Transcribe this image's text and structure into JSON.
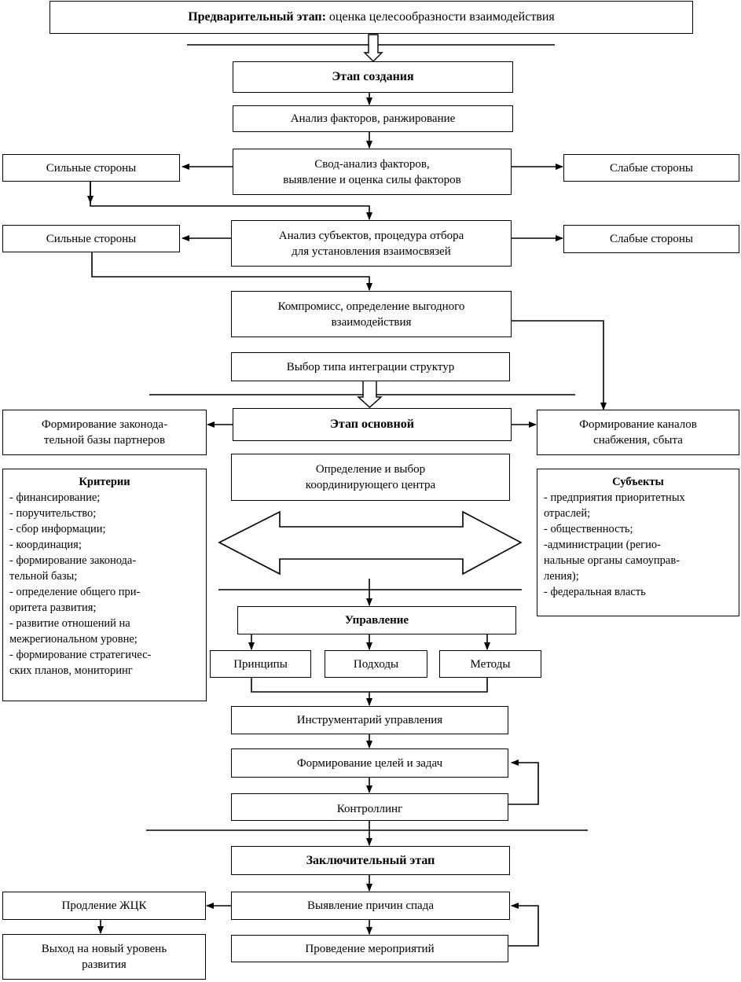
{
  "stages": {
    "preliminary": {
      "title_bold": "Предварительный этап:",
      "title_rest": " оценка целесообразности взаимодействия"
    },
    "creation": "Этап создания",
    "main": "Этап основной",
    "final": "Заключительный этап"
  },
  "creation_steps": {
    "analysis": "Анализ факторов, ранжирование",
    "summary_line1": "Свод-анализ факторов,",
    "summary_line2": "выявление и оценка силы факторов",
    "subjects_line1": "Анализ субъектов, процедура отбора",
    "subjects_line2": "для установления взаимосвязей",
    "compromise_line1": "Компромисс, определение выгодного",
    "compromise_line2": "взаимодействия",
    "integration": "Выбор типа интеграции структур"
  },
  "sides": {
    "strengths_1": "Сильные стороны",
    "weaknesses_1": "Слабые стороны",
    "strengths_2": "Сильные стороны",
    "weaknesses_2": "Слабые стороны"
  },
  "main_steps": {
    "legal_base_line1": "Формирование законода-",
    "legal_base_line2": "тельной базы партнеров",
    "channels_line1": "Формирование каналов",
    "channels_line2": "снабжения, сбыта",
    "center_line1": "Определение и выбор",
    "center_line2": "координирующего центра",
    "management": "Управление",
    "principles": "Принципы",
    "approaches": "Подходы",
    "methods": "Методы",
    "toolkit": "Инструментарий управления",
    "goals": "Формирование целей и задач",
    "controlling": "Контроллинг"
  },
  "criteria": {
    "title": "Критерии",
    "items": [
      "- финансирование;",
      "- поручительство;",
      "- сбор информации;",
      "- координация;",
      "- формирование законода-",
      "тельной базы;",
      "- определение общего при-",
      "оритета развития;",
      "- развитие отношений на",
      "межрегиональном уровне;",
      "- формирование стратегичес-",
      "ских планов, мониторинг"
    ]
  },
  "subjects": {
    "title": "Субъекты",
    "items": [
      "- предприятия приоритетных",
      "отраслей;",
      "- общественность;",
      "-администрации (регио-",
      "нальные органы самоуправ-",
      "ления);",
      "- федеральная власть"
    ]
  },
  "final_steps": {
    "decline": "Выявление причин спада",
    "measures": "Проведение мероприятий",
    "extension": "Продление ЖЦК",
    "new_level_line1": "Выход на новый уровень",
    "new_level_line2": "развития"
  }
}
